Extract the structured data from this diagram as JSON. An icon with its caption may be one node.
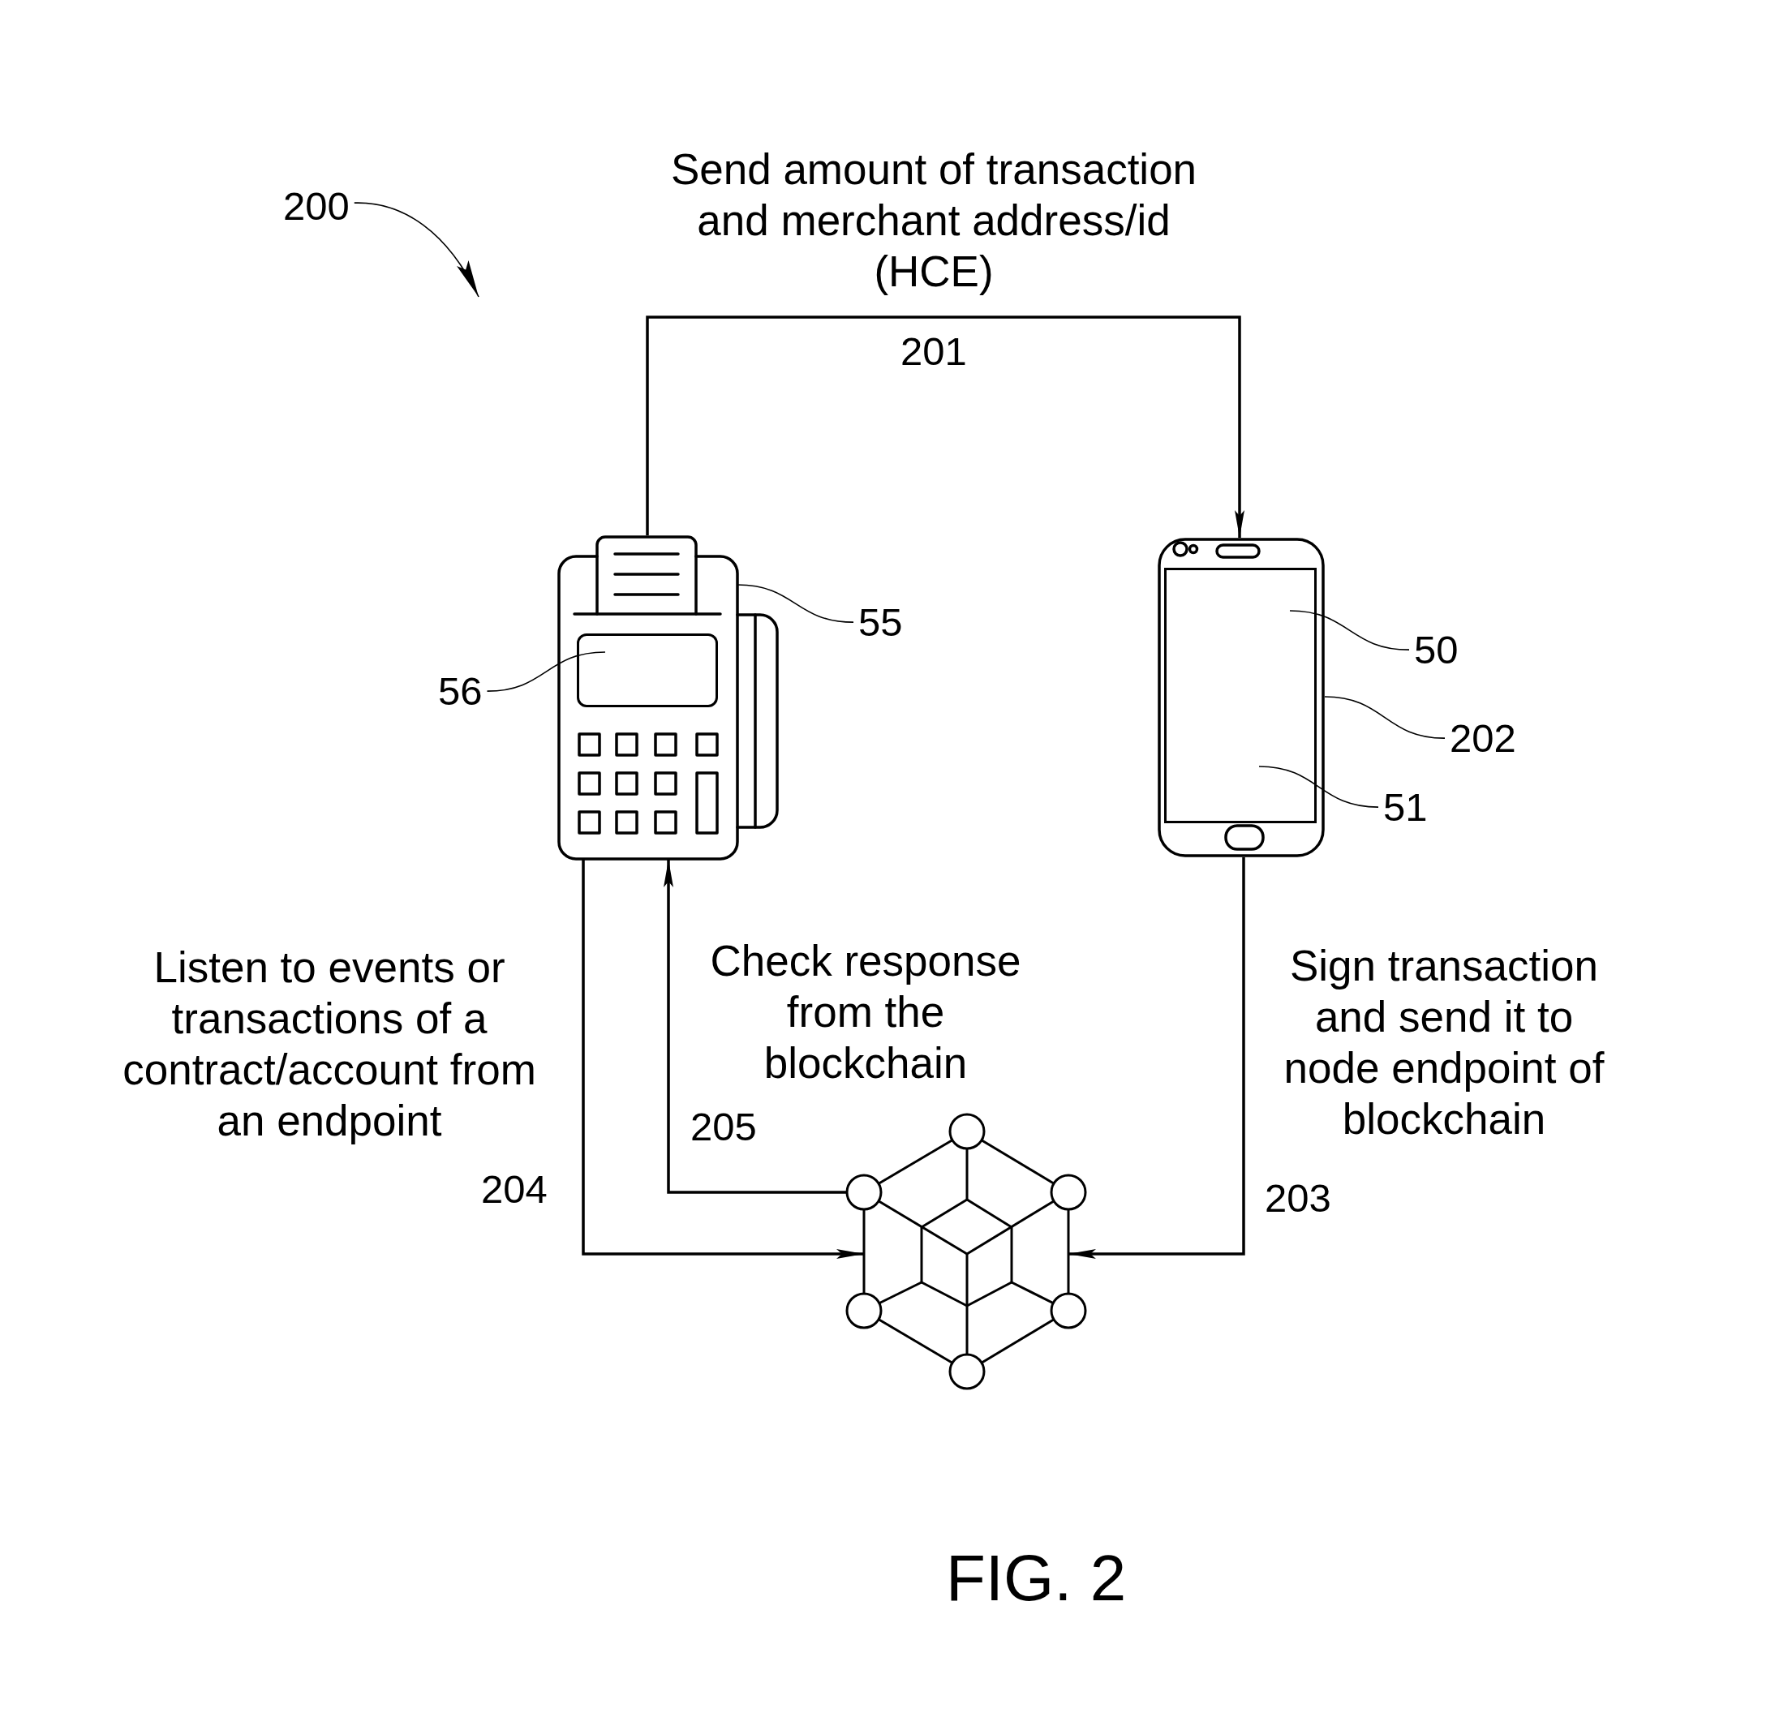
{
  "diagram": {
    "caption": "FIG. 2",
    "nodes": [
      {
        "text": [
          "200"
        ]
      },
      {
        "text": [],
        "shape": "picture"
      },
      {
        "text": [],
        "shape": "box",
        "in": 1
      },
      {
        "text": [
          "55"
        ]
      },
      {
        "text": [
          "56"
        ]
      },
      {
        "text": [],
        "shape": "picture"
      },
      {
        "text": [],
        "shape": "box",
        "in": 5
      },
      {
        "text": [
          "50"
        ]
      },
      {
        "text": [
          "202"
        ]
      },
      {
        "text": [
          "51"
        ]
      },
      {
        "text": [],
        "shape": "picture"
      }
    ],
    "edges": [
      {
        "from": 1,
        "to": 5,
        "arrow": "to",
        "label": "201"
      },
      {
        "from": 5,
        "to": 10,
        "arrow": "to",
        "label": "203"
      },
      {
        "from": 1,
        "to": 10,
        "arrow": "to",
        "label": "204"
      },
      {
        "from": 10,
        "to": 1,
        "arrow": "to",
        "label": "205"
      },
      {
        "from": 0,
        "to": null,
        "arrow": "to"
      },
      {
        "from": 3,
        "to": 1,
        "arrow": "none"
      },
      {
        "from": 4,
        "to": 2,
        "arrow": "none"
      },
      {
        "from": 7,
        "to": 6,
        "arrow": "none"
      },
      {
        "from": 8,
        "to": 5,
        "arrow": "none"
      },
      {
        "from": 9,
        "to": 6,
        "arrow": "none"
      }
    ],
    "labels": [
      "Send amount of transaction and merchant address/id (HCE)",
      "Listen to events or transactions of a contract/account from an endpoint",
      "Check response from the blockchain",
      "Sign transaction and send it to node endpoint of blockchain"
    ]
  }
}
